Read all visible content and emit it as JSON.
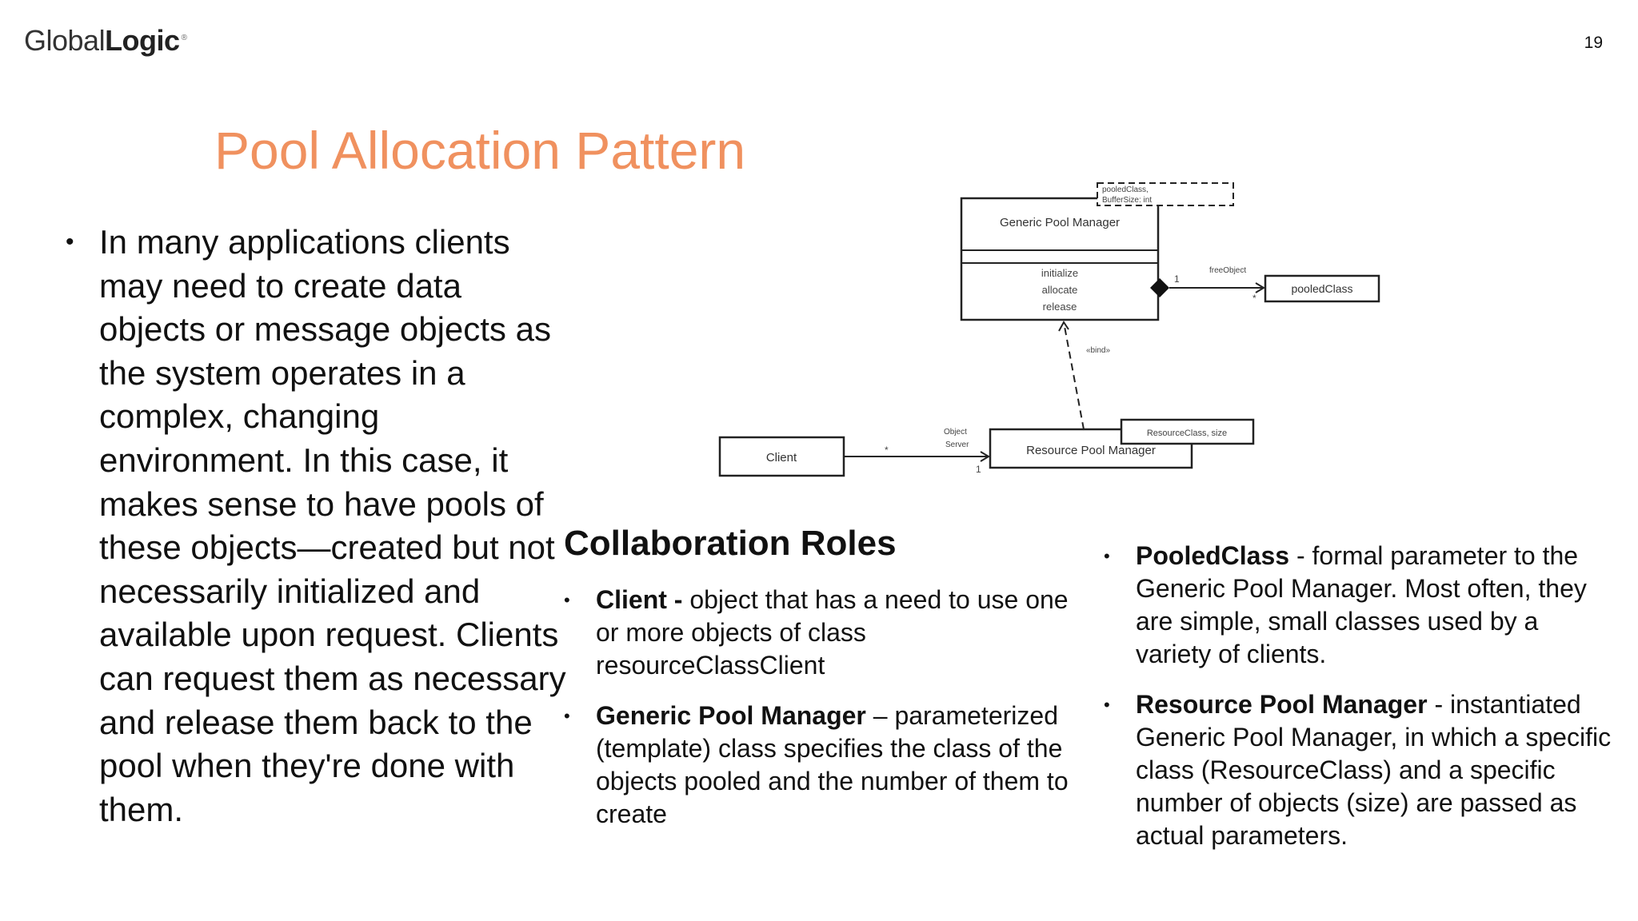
{
  "header": {
    "logo_regular": "Global",
    "logo_bold": "Logic",
    "page_number": "19"
  },
  "title": "Pool Allocation Pattern",
  "intro_bullet": "In many applications clients may need to create data objects or message objects as the system operates in a complex, changing environment. In this case, it makes sense to have pools of these objects—created but not necessarily initialized and available upon request. Clients can request them as necessary and release them back to the pool when they're done with them.",
  "diagram": {
    "generic_pool_manager": "Generic Pool Manager",
    "template_param_1": "pooledClass,",
    "template_param_2": "BufferSize: int",
    "op_initialize": "initialize",
    "op_allocate": "allocate",
    "op_release": "release",
    "free_object_label": "freeObject",
    "mult_one": "1",
    "mult_many": "*",
    "pooled_class": "pooledClass",
    "bind_label": "«bind»",
    "resource_params": "ResourceClass, size",
    "resource_pool_manager": "Resource Pool Manager",
    "client": "Client",
    "object_server_1": "Object",
    "object_server_2": "Server",
    "client_mult_many": "*",
    "client_mult_one": "1"
  },
  "collaboration": {
    "heading": "Collaboration Roles",
    "roles": [
      {
        "name": "Client -",
        "desc": " object that has a need to use one or more objects of class resourceClassClient"
      },
      {
        "name": "Generic Pool Manager",
        "desc": " – parameterized (template) class specifies the class of the objects pooled and the number of them to create"
      },
      {
        "name": "PooledClass",
        "desc": " - formal parameter to the Generic Pool Manager. Most often, they are simple, small classes used by a variety of clients."
      },
      {
        "name": "Resource Pool Manager",
        "desc": " - instantiated Generic Pool Manager, in which a specific class (ResourceClass) and a specific number of objects (size) are passed as actual parameters."
      }
    ]
  }
}
